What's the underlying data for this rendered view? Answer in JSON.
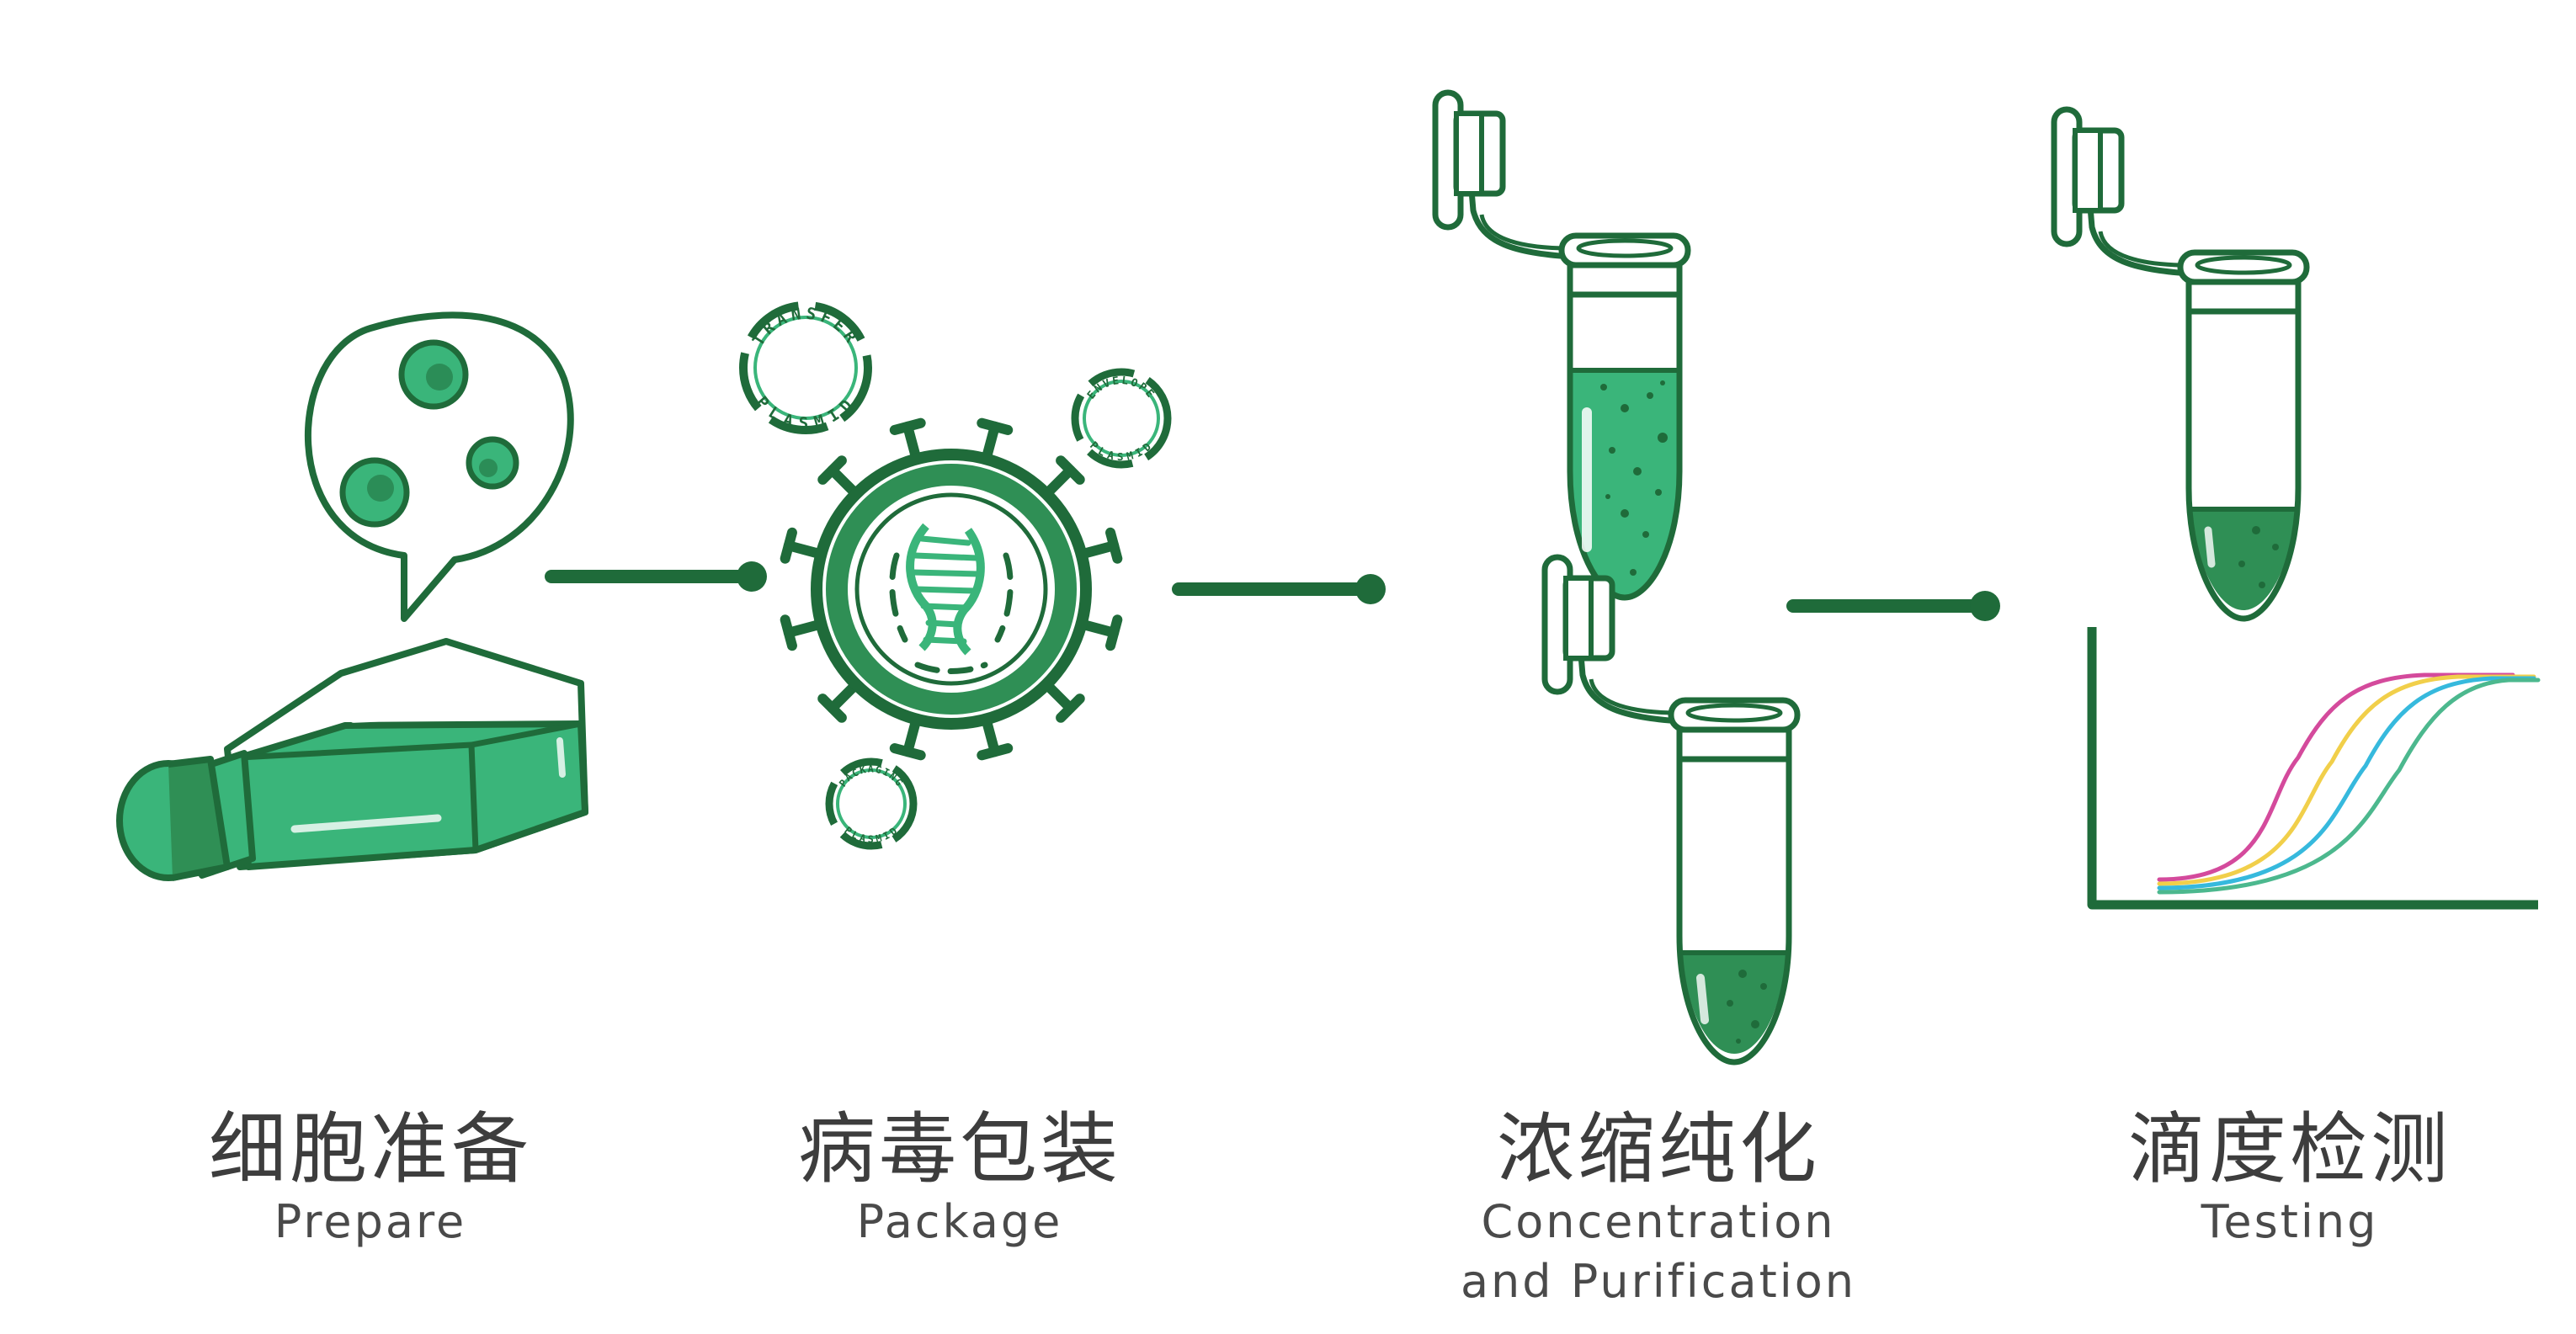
{
  "colors": {
    "dark_green": "#1f6b3a",
    "mid_green": "#3ab57a",
    "liquid_green": "#2f8f55",
    "curve_pink": "#d44a9c",
    "curve_yellow": "#f1cf4a",
    "curve_blue": "#36b9dd",
    "curve_green": "#4cb88e",
    "text": "#3d3d3d"
  },
  "steps": [
    {
      "zh": "细胞准备",
      "en": "Prepare"
    },
    {
      "zh": "病毒包装",
      "en": "Package"
    },
    {
      "zh": "浓缩纯化",
      "en": "Concentration",
      "en2": "and Purification"
    },
    {
      "zh": "滴度检测",
      "en": "Testing"
    }
  ],
  "plasmids": {
    "transfer": {
      "top": "TRANSFER",
      "bottom": "PLASMID"
    },
    "envelope": {
      "top": "ENVELOPE",
      "bottom": "PLASMID"
    },
    "packaging": {
      "top": "PACKAGING",
      "bottom": "PLASMID"
    }
  }
}
